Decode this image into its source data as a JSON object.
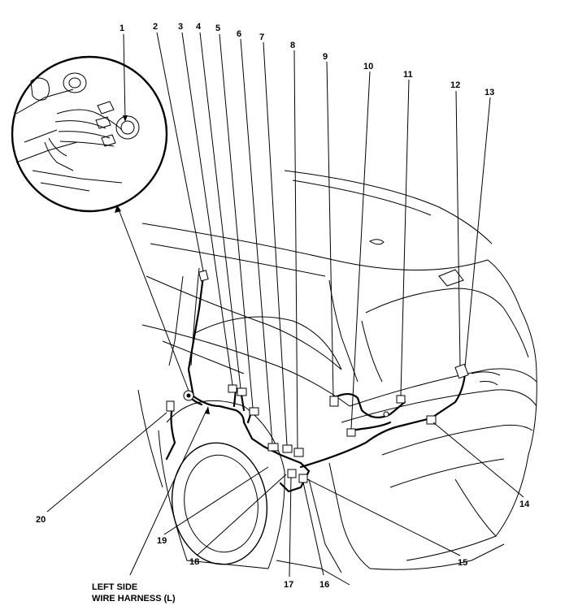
{
  "caption": [
    "LEFT SIDE",
    "WIRE HARNESS (L)"
  ],
  "callouts": [
    "1",
    "2",
    "3",
    "4",
    "5",
    "6",
    "7",
    "8",
    "9",
    "10",
    "11",
    "12",
    "13",
    "14",
    "15",
    "16",
    "17",
    "18",
    "19",
    "20"
  ]
}
